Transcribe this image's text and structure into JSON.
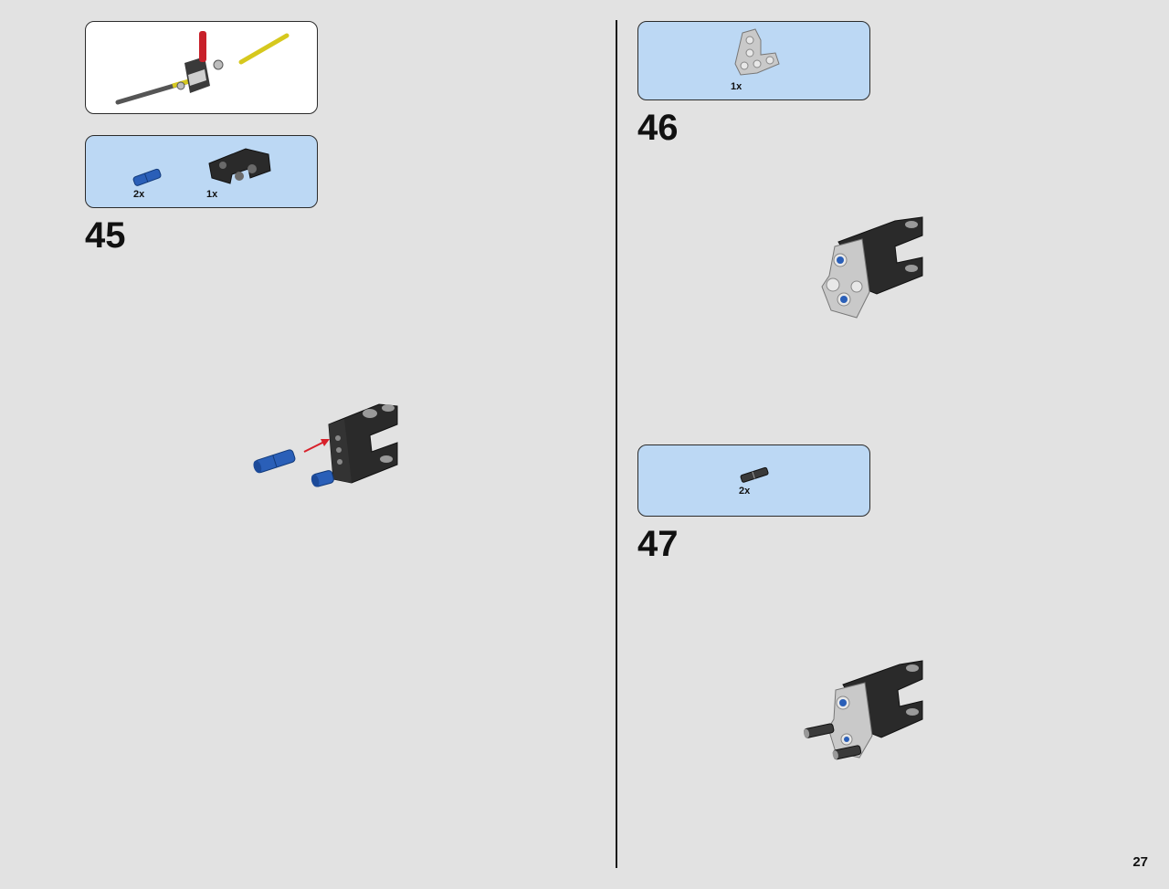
{
  "colors": {
    "background": "#e2e2e2",
    "parts_panel": "#bcd8f4",
    "black_part": "#2a2a2a",
    "grey_part": "#c9c9c9",
    "blue_pin": "#2a5fb8",
    "arrow": "#d8202a"
  },
  "submodel_callout": {
    "icon": "submodel-assembly-icon"
  },
  "step45": {
    "number": "45",
    "parts": [
      {
        "icon": "blue-pin-icon",
        "qty": "2x"
      },
      {
        "icon": "black-l-beam-icon",
        "qty": "1x"
      }
    ]
  },
  "step46": {
    "number": "46",
    "parts": [
      {
        "icon": "grey-t-beam-icon",
        "qty": "1x"
      }
    ]
  },
  "step47": {
    "number": "47",
    "parts": [
      {
        "icon": "dark-axle-pin-icon",
        "qty": "2x"
      }
    ]
  },
  "page": {
    "number": "27"
  }
}
